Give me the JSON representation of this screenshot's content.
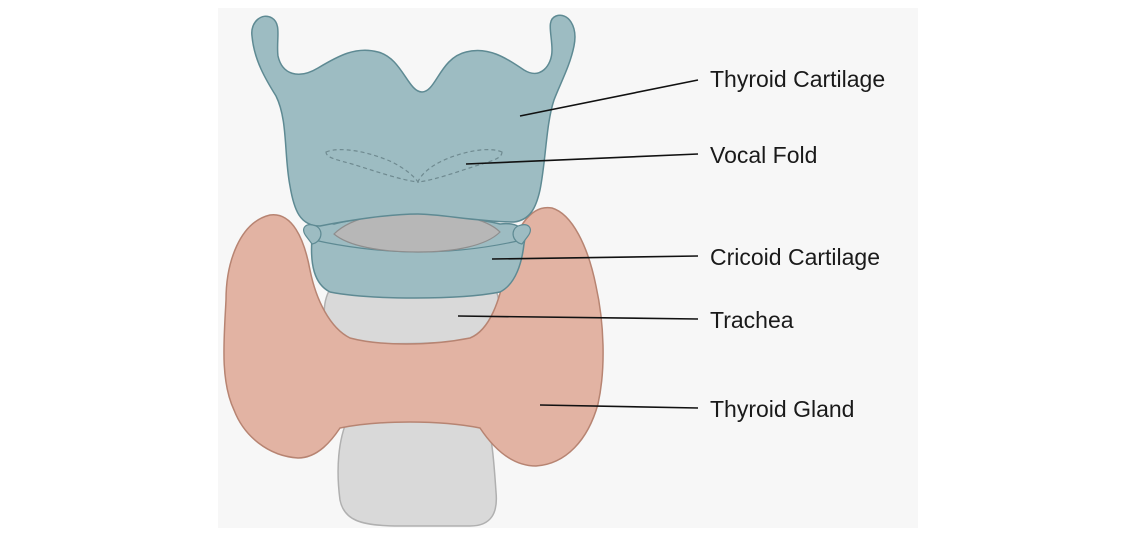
{
  "diagram": {
    "labels": {
      "thyroid_cartilage": "Thyroid Cartilage",
      "vocal_fold": "Vocal Fold",
      "cricoid_cartilage": "Cricoid Cartilage",
      "trachea": "Trachea",
      "thyroid_gland": "Thyroid Gland"
    },
    "colors": {
      "cartilage_fill": "#9dbcc2",
      "cartilage_stroke": "#5e8a93",
      "gland_fill": "#e2b3a3",
      "gland_stroke": "#b78472",
      "trachea_fill": "#d9d9d9",
      "trachea_stroke": "#b0b0b0",
      "airway_fill": "#b7b7b7",
      "panel_bg": "#f7f7f7"
    }
  }
}
